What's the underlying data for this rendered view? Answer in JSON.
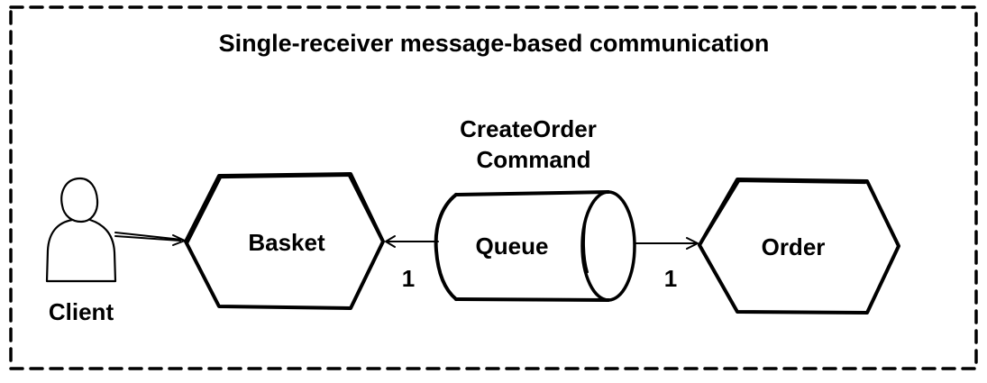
{
  "diagram": {
    "title": "Single-receiver message-based communication",
    "client": {
      "label": "Client",
      "icon": "user-icon"
    },
    "basket": {
      "label": "Basket"
    },
    "queue": {
      "label": "Queue"
    },
    "order": {
      "label": "Order"
    },
    "message": {
      "line1": "CreateOrder",
      "line2": "Command"
    },
    "multiplicity": {
      "basket_side": "1",
      "order_side": "1"
    },
    "colors": {
      "stroke": "#000000",
      "background": "#ffffff"
    }
  }
}
